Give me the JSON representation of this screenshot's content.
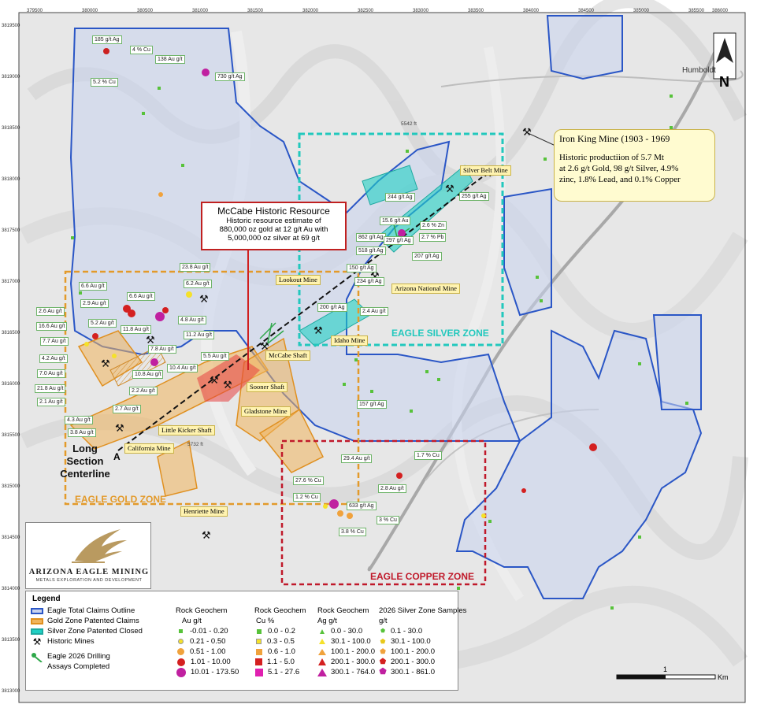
{
  "coords": {
    "top": [
      "379500",
      "380000",
      "380500",
      "381000",
      "381500",
      "382000",
      "382500",
      "383000",
      "383500",
      "384000",
      "384500",
      "385000",
      "385500",
      "386000"
    ],
    "left": [
      "3819500",
      "3819000",
      "3818500",
      "3818000",
      "3817500",
      "3817000",
      "3816500",
      "3816000",
      "3815500",
      "3815000",
      "3814500",
      "3814000",
      "3813500",
      "3813000"
    ]
  },
  "callouts": {
    "mccabe_title": "McCabe Historic Resource",
    "mccabe_body": [
      "Historic resource estimate of",
      "880,000 oz gold at 12 g/t Au with",
      "5,000,000 oz silver at 69 g/t"
    ],
    "ironking_title": "Iron King Mine (1903 - 1969",
    "ironking_body": [
      "Historic productiion of 5.7 Mt",
      "at 2.6 g/t Gold, 98 g/t Silver, 4.9%",
      "zinc, 1.8% Lead, and 0.1% Copper"
    ]
  },
  "zones": {
    "silver": "EAGLE SILVER ZONE",
    "gold": "EAGLE GOLD ZONE",
    "copper": "EAGLE COPPER ZONE"
  },
  "section": {
    "line1": "Long",
    "line2": "Section",
    "line3": "Centerline",
    "a_start": "A",
    "a_end": "A'"
  },
  "mines": [
    "Silver Belt Mine",
    "Lookout Mine",
    "Arizona National Mine",
    "Idaho Mine",
    "McCabe Shaft",
    "Sooner Shaft",
    "Gladstone Mine",
    "Little Kicker Shaft",
    "California Mine",
    "Henriette Mine"
  ],
  "assays": [
    "185 g/t Ag",
    "4 % Cu",
    "5.2 % Cu",
    "138 Au g/t",
    "730 g/t Ag",
    "244 g/t Ag",
    "255 g/t Ag",
    "15.6 g/t Au",
    "2.6 % Zn",
    "862 g/t Ag",
    "2.7 % Pb",
    "518 g/t Ag",
    "297 g/t Ag",
    "207 g/t Ag",
    "150 g/t Ag",
    "234 g/t Ag",
    "200 g/t Ag",
    "2.4 Au g/t",
    "157 g/t Ag",
    "29.4 Au g/t",
    "1.7 % Cu",
    "27.6 % Cu",
    "2.8 Au g/t",
    "1.2 % Cu",
    "633 g/t Ag",
    "3 % Cu",
    "3.8 % Cu",
    "23.8 Au g/t",
    "6.6 Au g/t",
    "6.6 Au g/t",
    "6.2 Au g/t",
    "2.9 Au g/t",
    "2.6 Au g/t",
    "16.6 Au g/t",
    "5.2 Au g/t",
    "4.8 Au g/t",
    "11.8 Au g/t",
    "11.2 Au g/t",
    "7.7 Au g/t",
    "7.8 Au g/t",
    "4.2 Au g/t",
    "10.4 Au g/t",
    "7.0 Au g/t",
    "10.8 Au g/t",
    "21.8 Au g/t",
    "2.2 Au g/t",
    "5.5 Au g/t",
    "2.1 Au g/t",
    "2.7 Au g/t",
    "4.3 Au g/t",
    "3.8 Au g/t"
  ],
  "elevations": {
    "e1": "5542 ft",
    "e2": "5732 ft"
  },
  "north": "N",
  "town": "Humboldt",
  "scale": {
    "one": "1",
    "unit": "Km"
  },
  "logo": {
    "name": "ARIZONA EAGLE MINING",
    "tagline": "METALS EXPLORATION AND DEVELOPMENT"
  },
  "legend": {
    "title": "Legend",
    "items": [
      "Eagle Total Claims Outline",
      "Gold Zone Patented Claims",
      "Silver Zone Patented Closed",
      "Historic Mines",
      "Eagle 2026 Drilling",
      "Assays Completed"
    ],
    "col_au_head": [
      "Rock Geochem",
      "Au g/t"
    ],
    "col_au": [
      "-0.01 - 0.20",
      "0.21 - 0.50",
      "0.51 - 1.00",
      "1.01 - 10.00",
      "10.01 - 173.50"
    ],
    "col_cu_head": [
      "Rock Geochem",
      "Cu %"
    ],
    "col_cu": [
      "0.0 - 0.2",
      "0.3 - 0.5",
      "0.6 - 1.0",
      "1.1 - 5.0",
      "5.1 - 27.6"
    ],
    "col_ag_head": [
      "Rock Geochem",
      "Ag g/t"
    ],
    "col_ag": [
      "0.0 - 30.0",
      "30.1 - 100.0",
      "100.1 - 200.0",
      "200.1 - 300.0",
      "300.1 - 764.0"
    ],
    "col_sz_head": [
      "2026 Silver Zone Samples",
      "g/t"
    ],
    "col_sz": [
      "0.1 - 30.0",
      "30.1 - 100.0",
      "100.1 - 200.0",
      "200.1 - 300.0",
      "300.1 - 861.0"
    ]
  },
  "colors": {
    "claims": "#2a56c6",
    "claims_fill": "#c9d3ee",
    "gold_patent": "#f0a23c",
    "silver_patent": "#1fd0c4",
    "silver_zone": "#22c8bd",
    "gold_zone": "#e39a2a",
    "copper_zone": "#c0192a",
    "resource_line": "#d02020"
  }
}
